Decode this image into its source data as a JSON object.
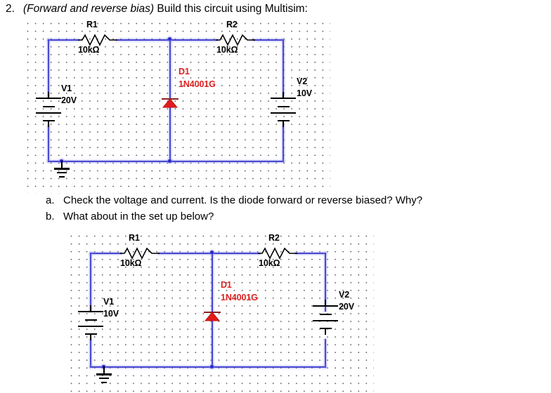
{
  "question": {
    "number": "2.",
    "prefix_italic": "(Forward and reverse bias)",
    "suffix": " Build this circuit using Multisim:",
    "sub_items": [
      {
        "marker": "a.",
        "text": "Check the voltage and current. Is the diode forward or reverse biased? Why?"
      },
      {
        "marker": "b.",
        "text": "What about in the set up below?"
      }
    ]
  },
  "colors": {
    "wire": "#4a4ad0",
    "component": "#000000",
    "diode_label": "#dd2222",
    "diode_body": "#e01b1b",
    "grid_dot": "#565a64"
  },
  "circuits": [
    {
      "id": "circuit-top",
      "components": {
        "r1": {
          "ref": "R1",
          "value": "10kΩ"
        },
        "r2": {
          "ref": "R2",
          "value": "10kΩ"
        },
        "v1": {
          "ref": "V1",
          "value": "20V"
        },
        "v2": {
          "ref": "V2",
          "value": "10V"
        },
        "d1": {
          "ref": "D1",
          "value": "1N4001G"
        },
        "gnd": {
          "ref": "ground"
        }
      }
    },
    {
      "id": "circuit-bottom",
      "components": {
        "r1": {
          "ref": "R1",
          "value": "10kΩ"
        },
        "r2": {
          "ref": "R2",
          "value": "10kΩ"
        },
        "v1": {
          "ref": "V1",
          "value": "10V"
        },
        "v2": {
          "ref": "V2",
          "value": "20V"
        },
        "d1": {
          "ref": "D1",
          "value": "1N4001G"
        },
        "gnd": {
          "ref": "ground"
        }
      }
    }
  ]
}
